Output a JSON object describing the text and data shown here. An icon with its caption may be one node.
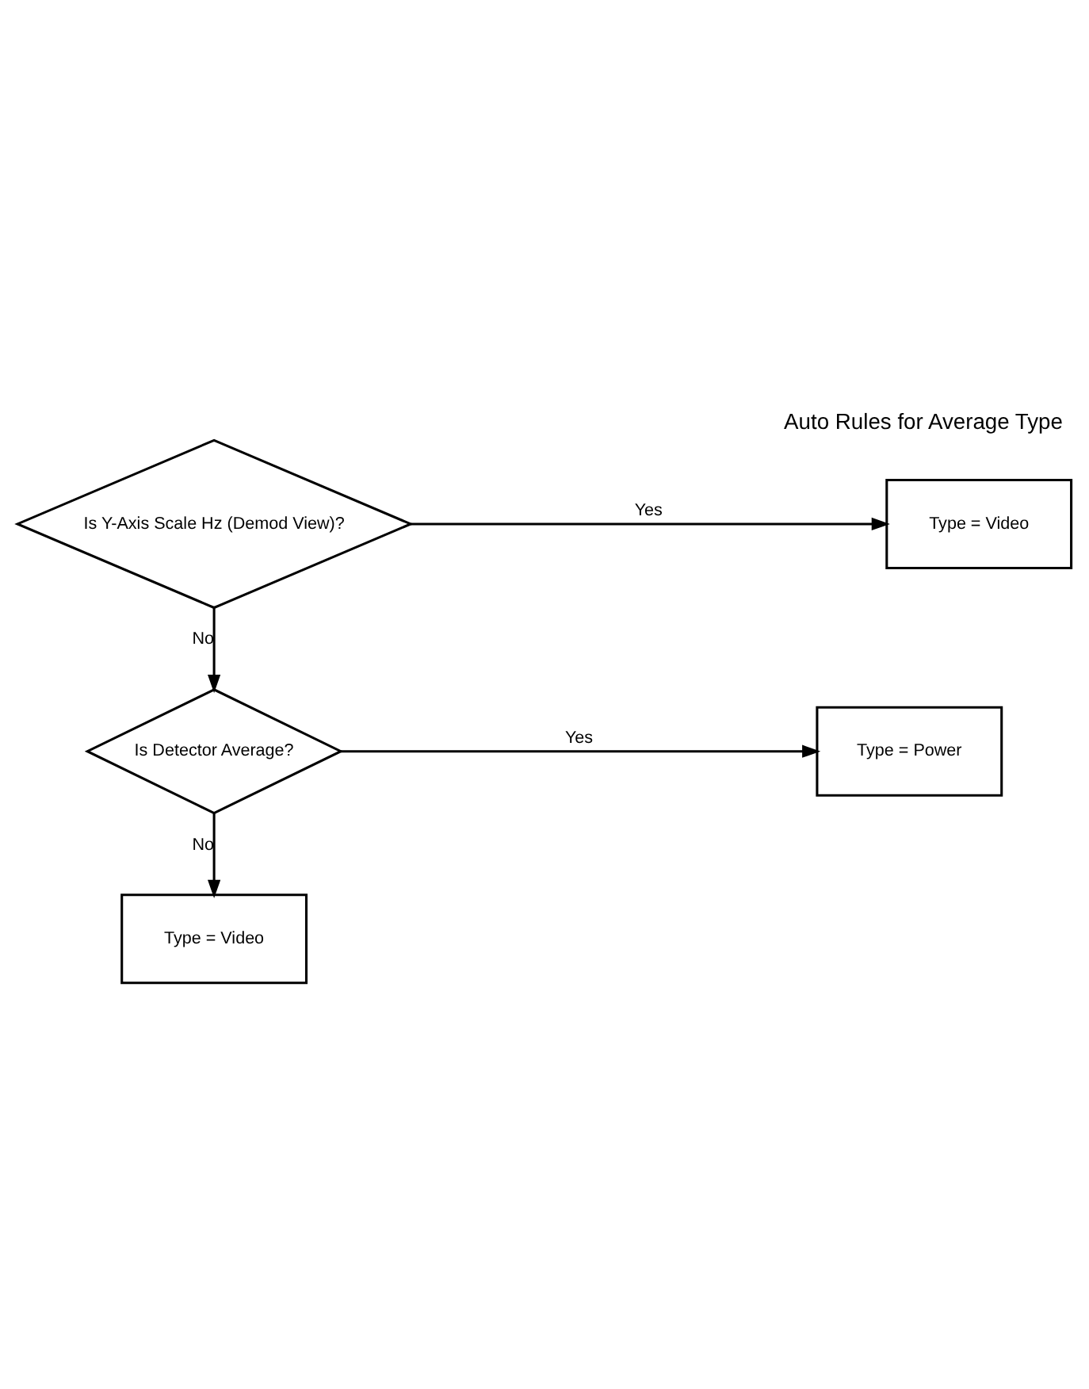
{
  "diagram": {
    "title": "Auto Rules for Average Type",
    "nodes": [
      {
        "text": [
          "Is Y-Axis Scale Hz (Demod View)?"
        ]
      },
      {
        "text": [
          "Type = Video"
        ]
      },
      {
        "text": [
          "Is Detector Average?"
        ]
      },
      {
        "text": [
          "Type = Power"
        ]
      },
      {
        "text": [
          "Type = Video"
        ]
      }
    ],
    "edges": [
      {
        "from": 0,
        "to": 1,
        "arrow": "to",
        "label": "Yes"
      },
      {
        "from": 0,
        "to": 2,
        "arrow": "to",
        "label": "No"
      },
      {
        "from": 2,
        "to": 3,
        "arrow": "to",
        "label": "Yes"
      },
      {
        "from": 2,
        "to": 4,
        "arrow": "to",
        "label": "No"
      }
    ]
  }
}
